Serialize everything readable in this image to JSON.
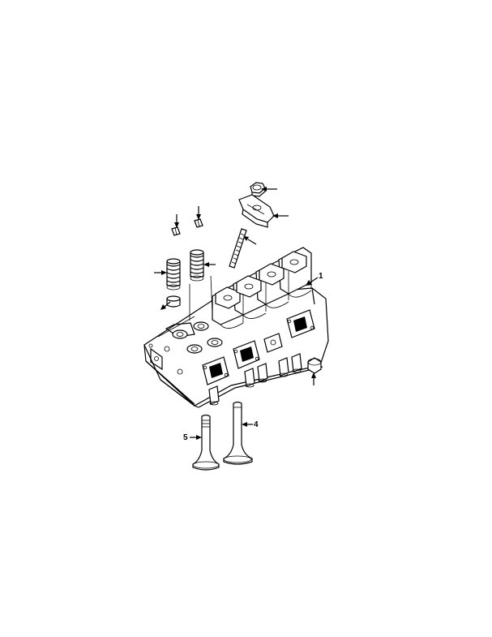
{
  "callouts": {
    "c1": "1",
    "c4": "4",
    "c5": "5"
  },
  "icons": {
    "arrow": "arrow-icon"
  }
}
